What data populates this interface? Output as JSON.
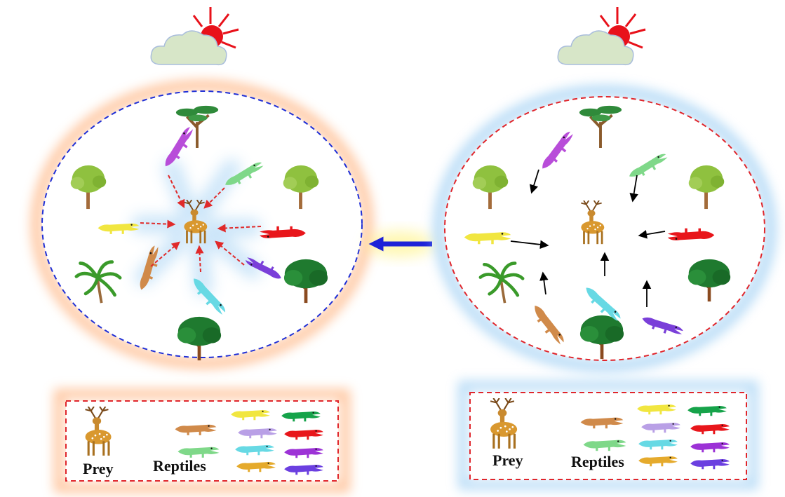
{
  "legend_left": {
    "prey_label": "Prey",
    "reptiles_label": "Reptiles"
  },
  "legend_right": {
    "prey_label": "Prey",
    "reptiles_label": "Reptiles"
  },
  "colors": {
    "left_border_dash": "#1f2fd6",
    "right_border_dash": "#e0262c",
    "left_glow": "#ff9a55",
    "right_glow": "#8fc7f2",
    "transition_arrow": "#1e22d8",
    "arrow_glow": "#fff7a0",
    "left_hunt_arrow": "#e02a2a",
    "right_arrow": "#000000",
    "deer": "#c98a2f",
    "sun": "#e8111a",
    "cloud": "#d7e6c8",
    "reptile_palette": [
      "#b84dd9",
      "#7fd889",
      "#f1e640",
      "#e8161b",
      "#7a3fd9",
      "#67d9e4",
      "#d08a4a",
      "#b9a0e6",
      "#16a34a",
      "#e5aa2c",
      "#9c32d6",
      "#6b3fe0"
    ]
  },
  "icons": [
    "sun-icon",
    "cloud-icon",
    "tree-icon",
    "deer-icon",
    "crocodile-icon"
  ]
}
